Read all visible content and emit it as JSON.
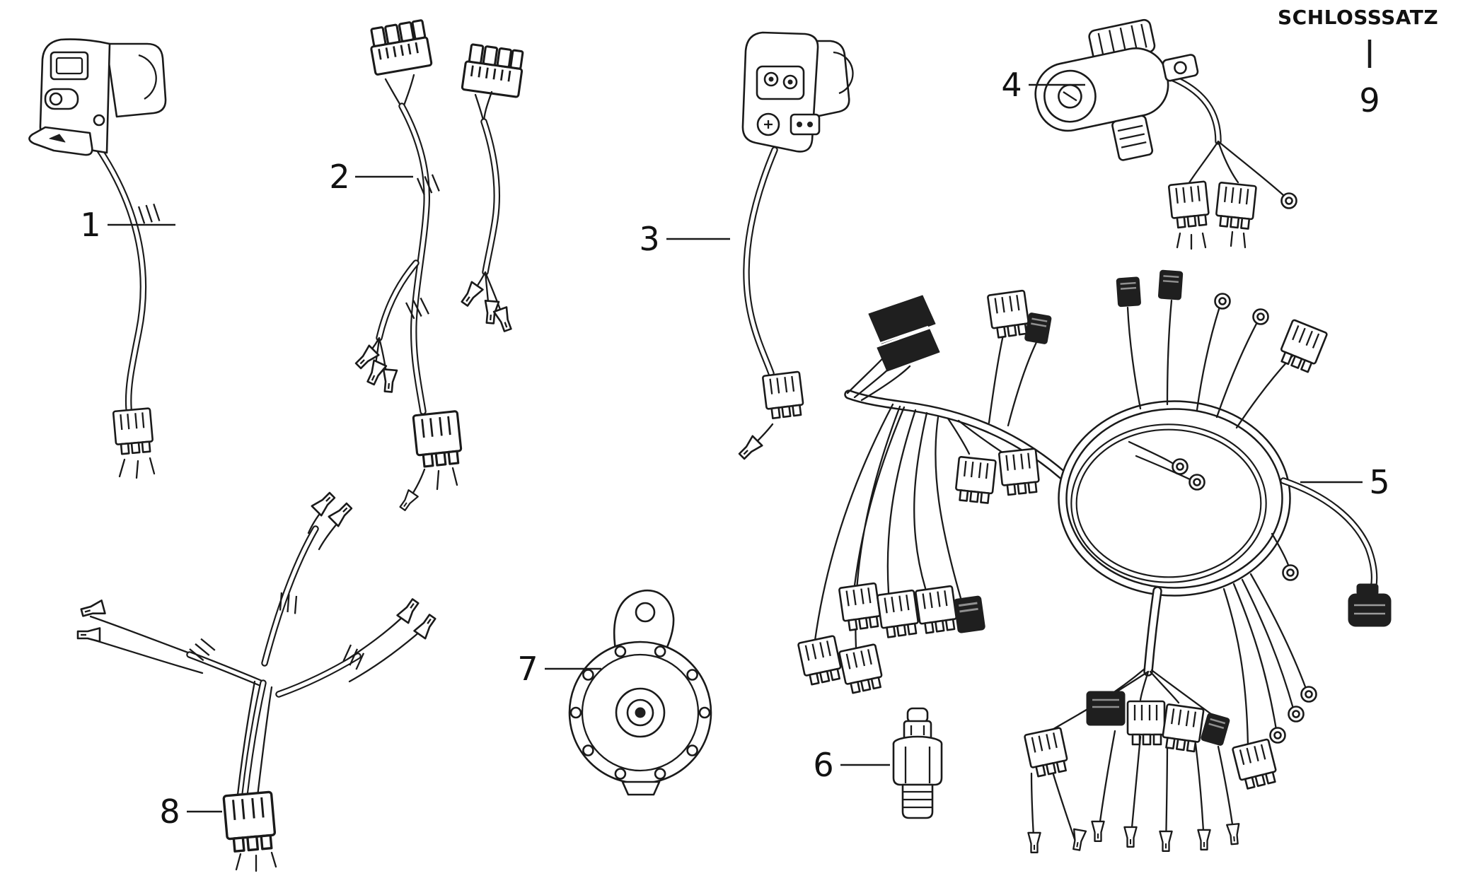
{
  "colors": {
    "background": "#ffffff",
    "line": "#1a1a1a"
  },
  "diagram": {
    "title": "SCHLOSSSATZ",
    "callouts": [
      {
        "number": "1"
      },
      {
        "number": "2"
      },
      {
        "number": "3"
      },
      {
        "number": "4"
      },
      {
        "number": "5"
      },
      {
        "number": "6"
      },
      {
        "number": "7"
      },
      {
        "number": "8"
      },
      {
        "number": "9"
      }
    ]
  }
}
